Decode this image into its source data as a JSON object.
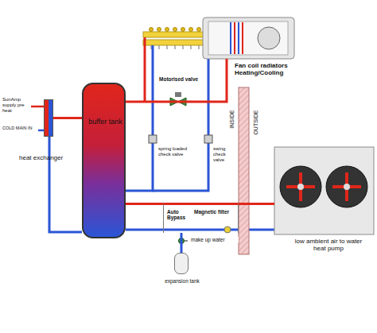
{
  "diagram": {
    "nodes": [
      {
        "text": [
          "Fan coil radiators Heating/Cooling"
        ]
      },
      {
        "text": [
          "heat exchanger"
        ]
      },
      {
        "text": [
          "buffer tank"
        ]
      },
      {
        "text": [
          "Auto Bypass",
          "Magnetic filter"
        ]
      },
      {
        "text": [
          "low ambient air to water heat pump"
        ]
      },
      {
        "text": [
          "expansion tank"
        ]
      }
    ],
    "edges": [
      {
        "from": 1,
        "to": 2,
        "arrow": "none"
      },
      {
        "from": 2,
        "to": 0,
        "arrow": "none"
      },
      {
        "from": 2,
        "to": 3,
        "arrow": "none"
      },
      {
        "from": 3,
        "to": 4,
        "arrow": "none"
      },
      {
        "from": 5,
        "to": 3,
        "arrow": "none"
      }
    ],
    "labels": [
      "SunAmp supply pre heat",
      "COLD MAIN IN",
      "Motorised valve",
      "spring loaded check valve",
      "swing check valve",
      "INSIDE",
      "OUTSIDE",
      "make up water"
    ]
  }
}
